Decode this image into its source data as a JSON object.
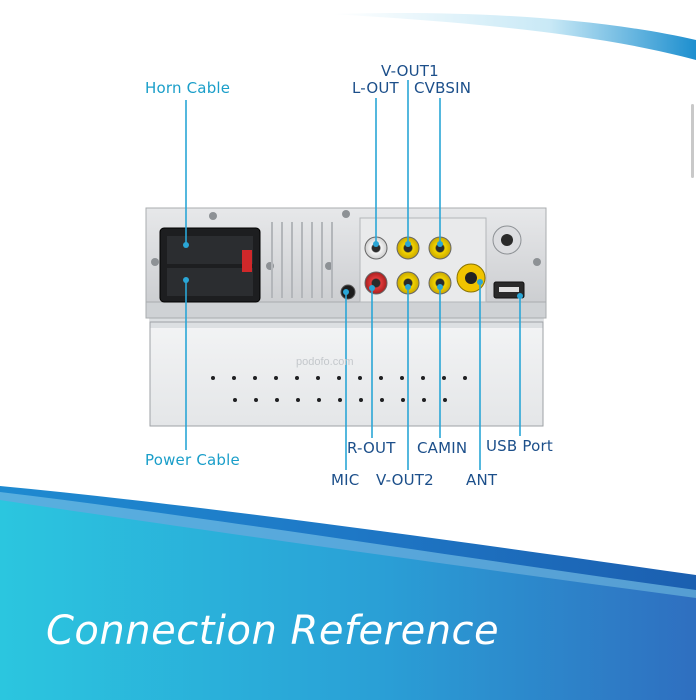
{
  "diagram": {
    "title": "Connection Reference",
    "watermark": "podofo.com",
    "labels": {
      "horn_cable": "Horn Cable",
      "v_out1": "V-OUT1",
      "l_out": "L-OUT",
      "cvbsin": "CVBSIN",
      "power_cable": "Power Cable",
      "r_out": "R-OUT",
      "camin": "CAMIN",
      "usb_port": "USB Port",
      "mic": "MIC",
      "v_out2": "V-OUT2",
      "ant": "ANT"
    },
    "colors": {
      "label_color": "#1a9ec9",
      "leader_line": "#2aa6d6",
      "banner_dark": "#1d6fb6",
      "banner_light": "#2fc7e0"
    }
  }
}
